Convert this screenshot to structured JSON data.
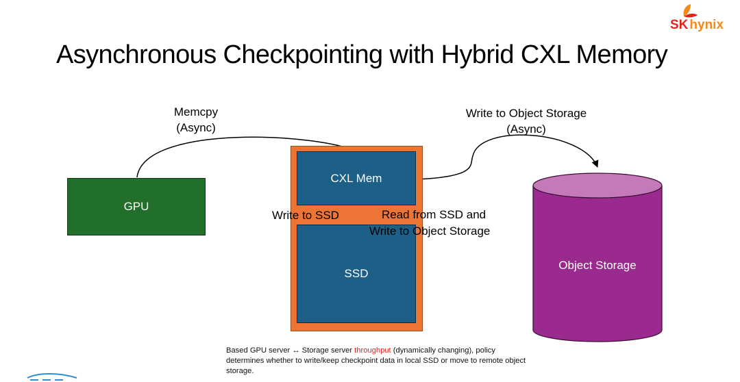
{
  "slide": {
    "title": "Asynchronous Checkpointing with Hybrid CXL Memory",
    "logo": {
      "sk": "SK",
      "hynix": "hynix"
    }
  },
  "diagram": {
    "gpu_label": "GPU",
    "cxl_label": "CXL Mem",
    "ssd_label": "SSD",
    "object_storage_label": "Object Storage",
    "memcpy_label": "Memcpy",
    "memcpy_async": "(Async)",
    "write_object_label": "Write to Object Storage",
    "write_object_async": "(Async)",
    "write_ssd_label": "Write to SSD",
    "read_ssd_line1": "Read from SSD and",
    "read_ssd_line2": "Write to Object Storage"
  },
  "note": {
    "part1": "Based GPU server ↔ Storage server ",
    "highlight": "throughput",
    "part2": " (dynamically changing), policy determines whether to write/keep checkpoint data in local SSD or move to remote object storage."
  },
  "colors": {
    "gpu": "#216f2a",
    "frame": "#ec7434",
    "memory_blocks": "#1d5f86",
    "cylinder_body": "#9a2a8e",
    "cylinder_top": "#c47ab9",
    "highlight": "#e8231a",
    "logo_sk": "#e2231a",
    "logo_hynix": "#f08a1d"
  },
  "icons": [
    "sk-hynix-logo",
    "ems-logo"
  ]
}
